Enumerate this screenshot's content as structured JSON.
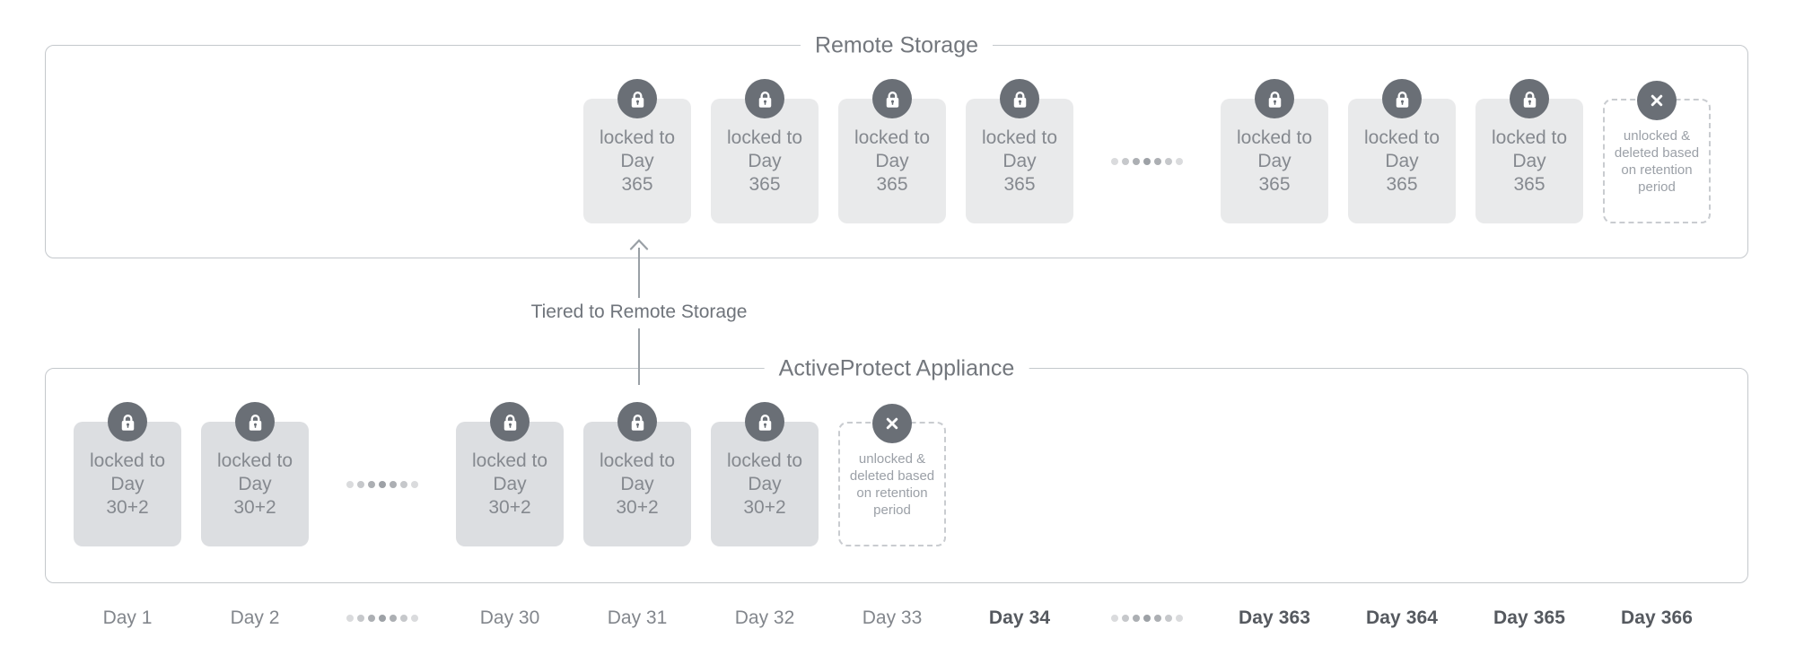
{
  "remote_storage": {
    "title": "Remote Storage",
    "boxes": [
      {
        "type": "locked",
        "col": 5,
        "label": "locked to\nDay\n365"
      },
      {
        "type": "locked",
        "col": 6,
        "label": "locked to\nDay\n365"
      },
      {
        "type": "locked",
        "col": 7,
        "label": "locked to\nDay\n365"
      },
      {
        "type": "locked",
        "col": 8,
        "label": "locked to\nDay\n365"
      },
      {
        "type": "dots",
        "col": 9
      },
      {
        "type": "locked",
        "col": 10,
        "label": "locked to\nDay\n365"
      },
      {
        "type": "locked",
        "col": 11,
        "label": "locked to\nDay\n365"
      },
      {
        "type": "locked",
        "col": 12,
        "label": "locked to\nDay\n365"
      },
      {
        "type": "unlocked",
        "col": 13,
        "label": "unlocked &\ndeleted based\non retention\nperiod"
      }
    ]
  },
  "appliance": {
    "title": "ActiveProtect Appliance",
    "boxes": [
      {
        "type": "locked",
        "col": 1,
        "label": "locked to\nDay\n30+2"
      },
      {
        "type": "locked",
        "col": 2,
        "label": "locked to\nDay\n30+2"
      },
      {
        "type": "dots",
        "col": 3
      },
      {
        "type": "locked",
        "col": 4,
        "label": "locked to\nDay\n30+2"
      },
      {
        "type": "locked",
        "col": 5,
        "label": "locked to\nDay\n30+2"
      },
      {
        "type": "locked",
        "col": 6,
        "label": "locked to\nDay\n30+2"
      },
      {
        "type": "unlocked",
        "col": 7,
        "label": "unlocked &\ndeleted based\non retention\nperiod"
      }
    ]
  },
  "tiering_arrow": {
    "label": "Tiered to Remote Storage"
  },
  "day_axis": {
    "labels": [
      {
        "type": "text",
        "col": 1,
        "text": "Day 1",
        "emphasis": false
      },
      {
        "type": "text",
        "col": 2,
        "text": "Day 2",
        "emphasis": false
      },
      {
        "type": "dots",
        "col": 3
      },
      {
        "type": "text",
        "col": 4,
        "text": "Day 30",
        "emphasis": false
      },
      {
        "type": "text",
        "col": 5,
        "text": "Day 31",
        "emphasis": false
      },
      {
        "type": "text",
        "col": 6,
        "text": "Day 32",
        "emphasis": false
      },
      {
        "type": "text",
        "col": 7,
        "text": "Day 33",
        "emphasis": false
      },
      {
        "type": "text",
        "col": 8,
        "text": "Day 34",
        "emphasis": true
      },
      {
        "type": "dots",
        "col": 9
      },
      {
        "type": "text",
        "col": 10,
        "text": "Day 363",
        "emphasis": true
      },
      {
        "type": "text",
        "col": 11,
        "text": "Day 364",
        "emphasis": true
      },
      {
        "type": "text",
        "col": 12,
        "text": "Day 365",
        "emphasis": true
      },
      {
        "type": "text",
        "col": 13,
        "text": "Day 366",
        "emphasis": true
      }
    ]
  },
  "icons": {
    "locked_badge": "lock-icon",
    "unlocked_badge": "x-circle-icon",
    "gap_marker": "ellipsis-dots"
  },
  "colors": {
    "panel_border": "#c4c8cc",
    "panel_title": "#73777d",
    "box_fill_remote": "#e9eaeb",
    "box_fill_appliance": "#dcdee1",
    "box_text": "#85898f",
    "badge_fill": "#6a6f76",
    "dashed_border": "#c9ccd0",
    "dashed_text": "#9ba0a7",
    "arrow": "#9aa0a6",
    "arrow_label": "#6f747b",
    "axis_text": "#82868c",
    "axis_text_emphasis": "#55595f",
    "dot_shades": [
      "#dadbdd",
      "#c6c8cb",
      "#acafb3",
      "#9da1a6",
      "#acafb3",
      "#c6c8cb",
      "#dadbdd"
    ]
  }
}
